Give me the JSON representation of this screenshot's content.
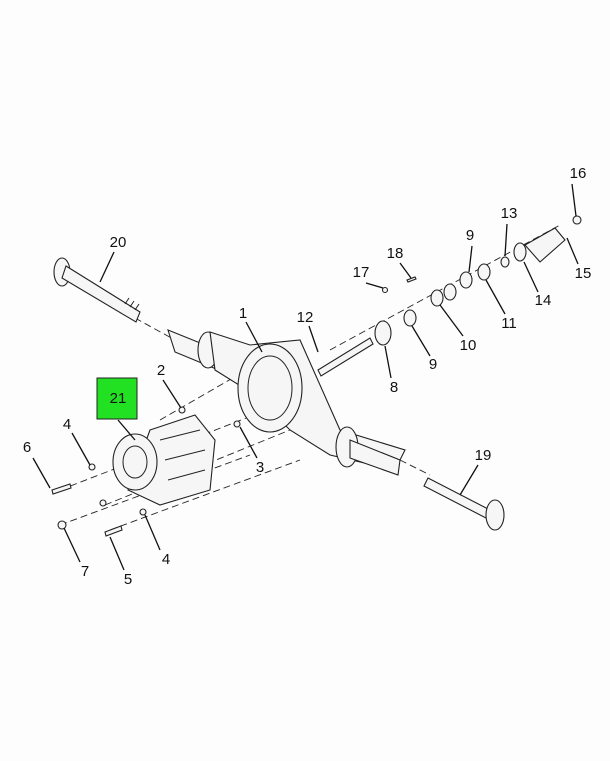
{
  "diagram": {
    "type": "exploded-parts-diagram",
    "highlight_color": "#22e022",
    "highlighted_callout": "21",
    "callouts": [
      "1",
      "2",
      "3",
      "4",
      "4",
      "5",
      "6",
      "7",
      "8",
      "9",
      "9",
      "10",
      "11",
      "12",
      "13",
      "14",
      "15",
      "16",
      "17",
      "18",
      "19",
      "20",
      "21"
    ]
  }
}
